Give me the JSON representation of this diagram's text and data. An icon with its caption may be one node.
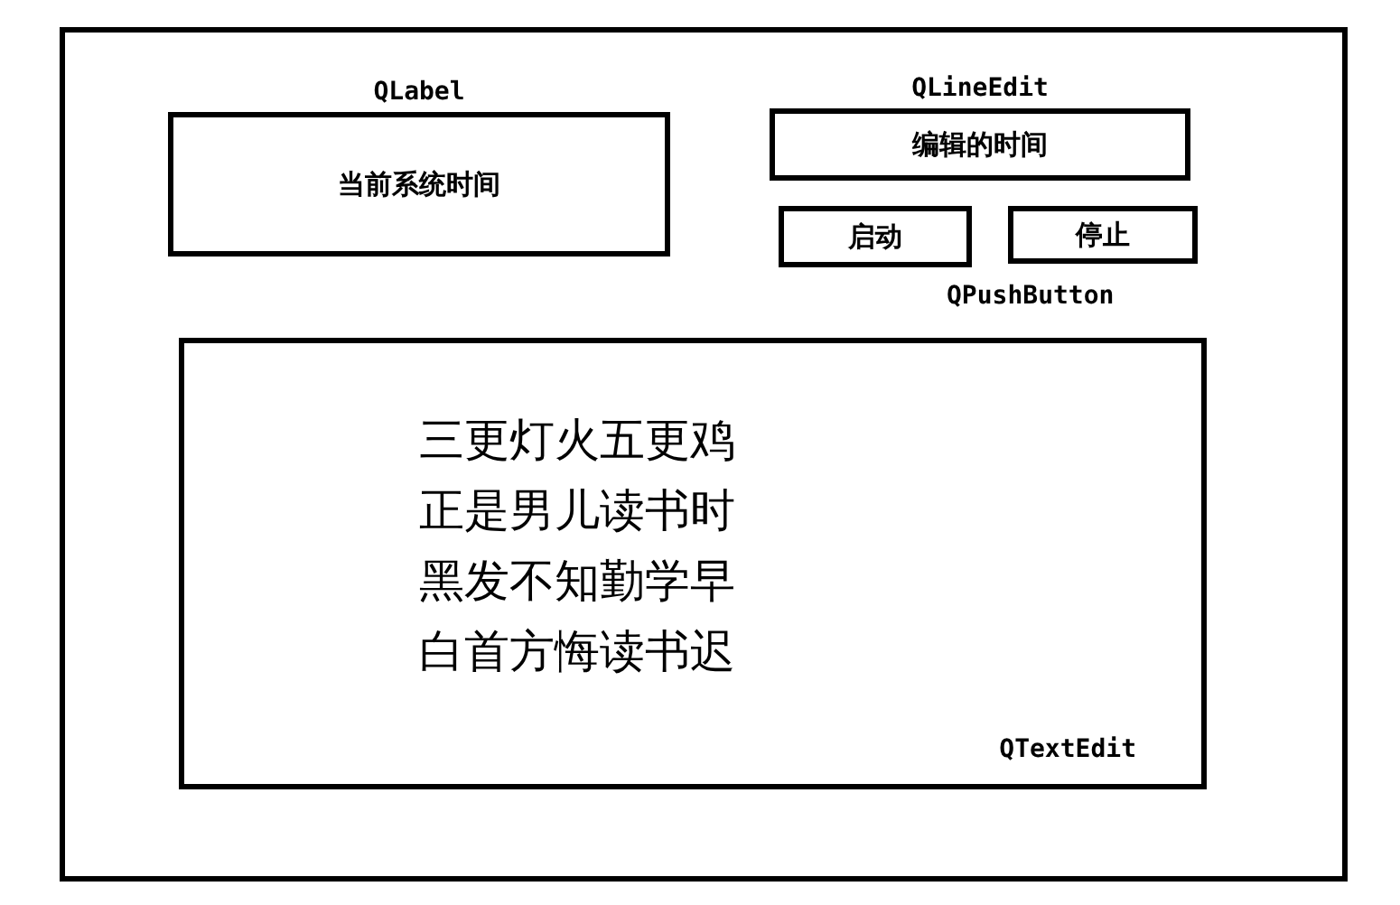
{
  "diagram": {
    "nodes": [
      {
        "text": [],
        "shape": "box"
      },
      {
        "text": [
          "QLabel",
          "当前系统时间"
        ],
        "in": 0
      },
      {
        "text": [
          "QLineEdit",
          "编辑的时间"
        ],
        "in": 0
      },
      {
        "text": [
          "启动"
        ],
        "in": 0
      },
      {
        "text": [
          "停止"
        ],
        "in": 0
      },
      {
        "text": [
          "三更灯火五更鸡",
          "正是男儿读书时",
          "黑发不知勤学早",
          "白首方悔读书迟",
          "QTextEdit"
        ],
        "in": 0
      }
    ],
    "edges": [],
    "labels": [
      "QPushButton"
    ]
  }
}
